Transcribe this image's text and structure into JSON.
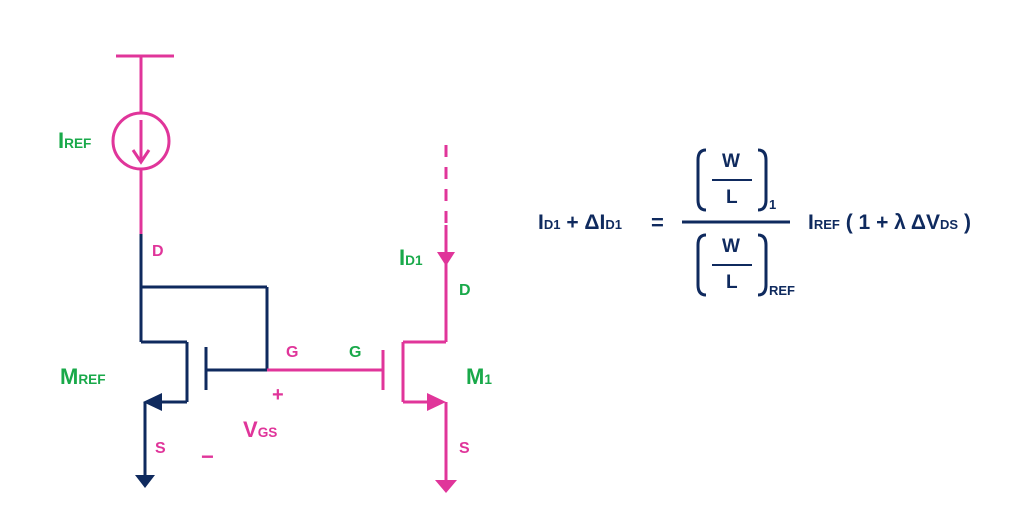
{
  "labels": {
    "iref_main": "I",
    "iref_sub": "REF",
    "d_ref": "D",
    "mref_main": "M",
    "mref_sub": "REF",
    "s_ref": "S",
    "g_ref": "G",
    "g_m1": "G",
    "plus": "+",
    "minus": "−",
    "vgs_main": "V",
    "vgs_sub": "GS",
    "id1_main": "I",
    "id1_sub": "D1",
    "d_m1": "D",
    "m1_main": "M",
    "m1_sub": "1",
    "s_m1": "S"
  },
  "equation": {
    "lhs_i1": "I",
    "lhs_sub1": "D1",
    "lhs_plus": "+ ΔI",
    "lhs_sub2": "D1",
    "equals": "=",
    "num_w": "W",
    "num_l": "L",
    "num_subscript": "1",
    "den_w": "W",
    "den_l": "L",
    "den_subscript": "REF",
    "rhs_i": "I",
    "rhs_sub": "REF",
    "rhs_mid": "( 1 + λ ΔV",
    "rhs_sub2": "DS",
    "rhs_close": ")"
  },
  "colors": {
    "pink": "#e0359a",
    "navy": "#0f2a5e",
    "green": "#19a94a"
  }
}
